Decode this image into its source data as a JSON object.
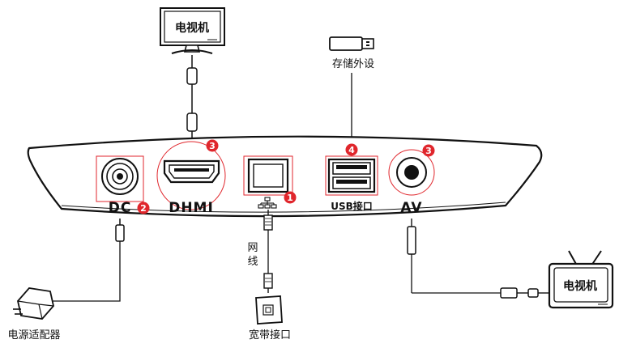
{
  "colors": {
    "stroke": "#111111",
    "accent": "#e0262c",
    "grey": "#6d6d6d",
    "fill": "#ffffff"
  },
  "tv_top": {
    "label": "电视机",
    "icon": "tv-icon"
  },
  "tv_right": {
    "label": "电视机",
    "icon": "crt-tv-icon"
  },
  "usb_device": {
    "label": "存储外设",
    "icon": "usb-stick-icon"
  },
  "adapter": {
    "label": "电源适配器",
    "icon": "power-adapter-icon"
  },
  "broadband": {
    "label": "宽带接口",
    "icon": "wall-socket-icon"
  },
  "cable": {
    "label": "网线"
  },
  "ports": {
    "dc": {
      "label": "DC",
      "badge": "2"
    },
    "hdmi": {
      "label": "DHMI",
      "badge": "3"
    },
    "lan": {
      "label": "",
      "badge": "1",
      "icon": "network-icon"
    },
    "usb": {
      "label": "USB接口",
      "badge": "4"
    },
    "av": {
      "label": "AV",
      "badge": "3"
    }
  }
}
